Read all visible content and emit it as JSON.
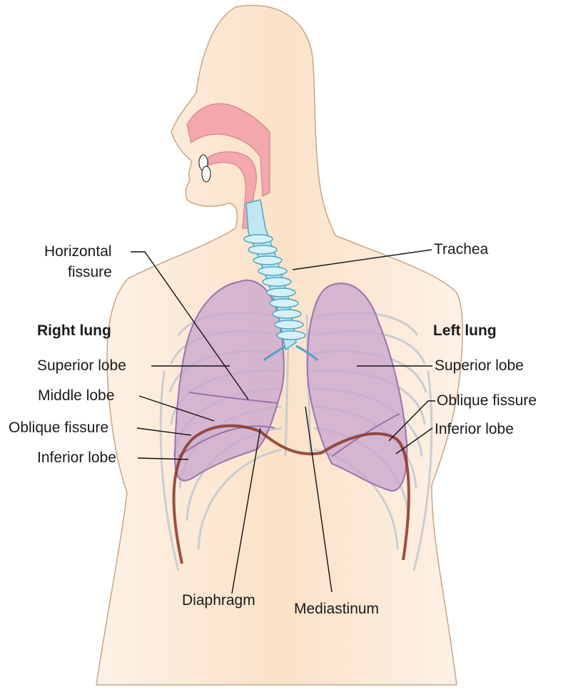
{
  "labels": {
    "horizontal_fissure_line1": "Horizontal",
    "horizontal_fissure_line2": "fissure",
    "trachea": "Trachea",
    "right_lung": "Right lung",
    "left_lung": "Left lung",
    "right_superior_lobe": "Superior lobe",
    "right_middle_lobe": "Middle lobe",
    "right_oblique_fissure": "Oblique fissure",
    "right_inferior_lobe": "Inferior lobe",
    "left_superior_lobe": "Superior lobe",
    "left_oblique_fissure": "Oblique fissure",
    "left_inferior_lobe": "Inferior lobe",
    "diaphragm": "Diaphragm",
    "mediastinum": "Mediastinum"
  },
  "colors": {
    "skin": "#fbe3c9",
    "skin_outline": "#c9a487",
    "nasal_pink": "#f2a8ad",
    "lung_fill": "#c8a4cf",
    "lung_outline": "#9a72ad",
    "trachea_fill": "#bfe6f2",
    "trachea_outline": "#4aa6c7",
    "rib": "#c8ccd0",
    "diaphragm": "#8a3524",
    "leader": "#111111"
  }
}
